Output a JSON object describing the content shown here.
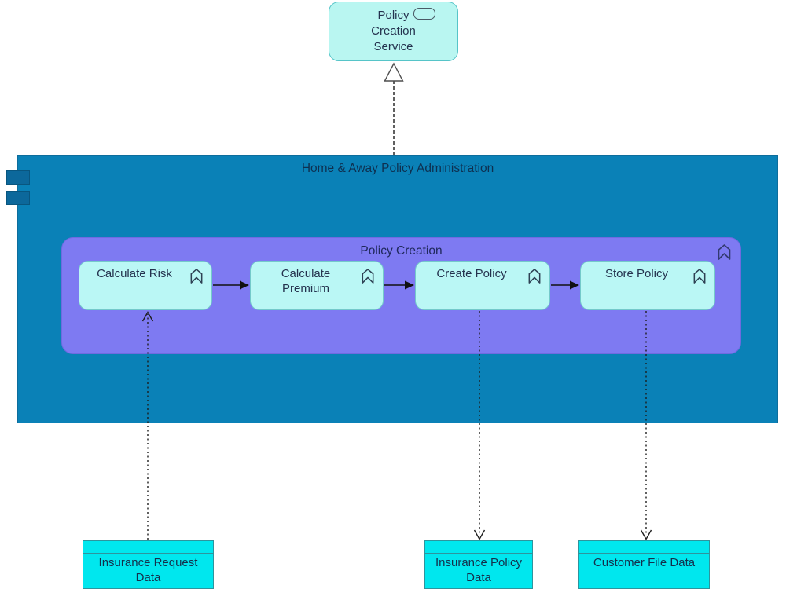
{
  "diagram": {
    "service": {
      "label": "Policy Creation Service"
    },
    "component": {
      "title": "Home & Away Policy Administration"
    },
    "process": {
      "title": "Policy Creation"
    },
    "functions": [
      {
        "label": "Calculate Risk"
      },
      {
        "label": "Calculate Premium"
      },
      {
        "label": "Create Policy"
      },
      {
        "label": "Store Policy"
      }
    ],
    "data_objects": [
      {
        "label": "Insurance Request Data"
      },
      {
        "label": "Insurance Policy Data"
      },
      {
        "label": "Customer File Data"
      }
    ],
    "relationships": [
      {
        "type": "realization",
        "from": "Home & Away Policy Administration",
        "to": "Policy Creation Service"
      },
      {
        "type": "triggering",
        "from": "Calculate Risk",
        "to": "Calculate Premium"
      },
      {
        "type": "triggering",
        "from": "Calculate Premium",
        "to": "Create Policy"
      },
      {
        "type": "triggering",
        "from": "Create Policy",
        "to": "Store Policy"
      },
      {
        "type": "access-read",
        "from": "Insurance Request Data",
        "to": "Calculate Risk"
      },
      {
        "type": "access-write",
        "from": "Create Policy",
        "to": "Insurance Policy Data"
      },
      {
        "type": "access-write",
        "from": "Store Policy",
        "to": "Customer File Data"
      }
    ],
    "colors": {
      "component_fill": "#0a81b7",
      "component_nub": "#0c689b",
      "process_fill": "#7e7af2",
      "function_fill": "#baf7f5",
      "service_fill": "#b9f6f1",
      "data_object_fill": "#00e7ee",
      "label_text": "#24324e"
    }
  }
}
